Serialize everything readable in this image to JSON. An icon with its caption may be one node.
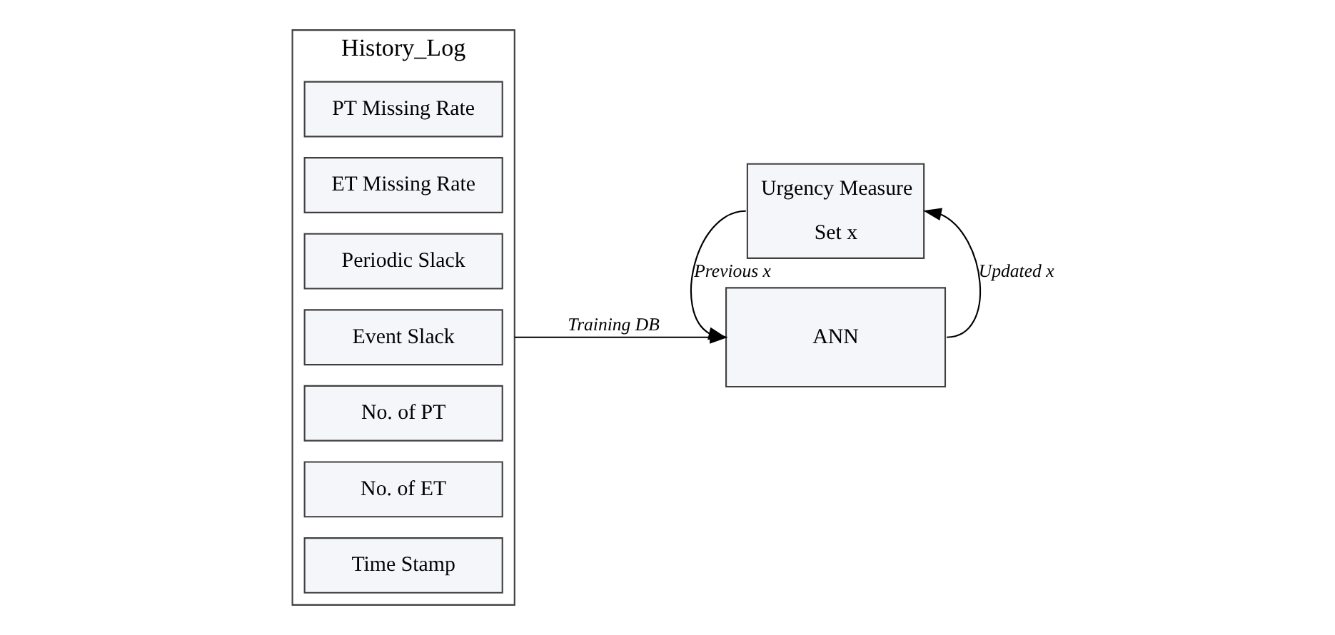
{
  "diagram": {
    "nodes": [
      {
        "text": [
          "History_Log"
        ]
      },
      {
        "text": [
          "Time Stamp"
        ],
        "in": 0
      },
      {
        "text": [
          "No. of ET"
        ],
        "in": 0
      },
      {
        "text": [
          "No. of PT"
        ],
        "in": 0
      },
      {
        "text": [
          "Event Slack"
        ],
        "in": 0
      },
      {
        "text": [
          "Periodic Slack"
        ],
        "in": 0
      },
      {
        "text": [
          "ET Missing Rate"
        ],
        "in": 0
      },
      {
        "text": [
          "PT Missing Rate"
        ],
        "in": 0
      },
      {
        "text": [
          "Urgency Measure",
          "Set x"
        ]
      },
      {
        "text": [
          "ANN"
        ]
      }
    ],
    "edges": [
      {
        "from": 0,
        "to": 9,
        "arrow": "to",
        "label": "Training DB"
      },
      {
        "from": 8,
        "to": 9,
        "arrow": "to",
        "label": "Previous x"
      },
      {
        "from": 9,
        "to": 8,
        "arrow": "to",
        "label": "Updated x"
      }
    ]
  }
}
